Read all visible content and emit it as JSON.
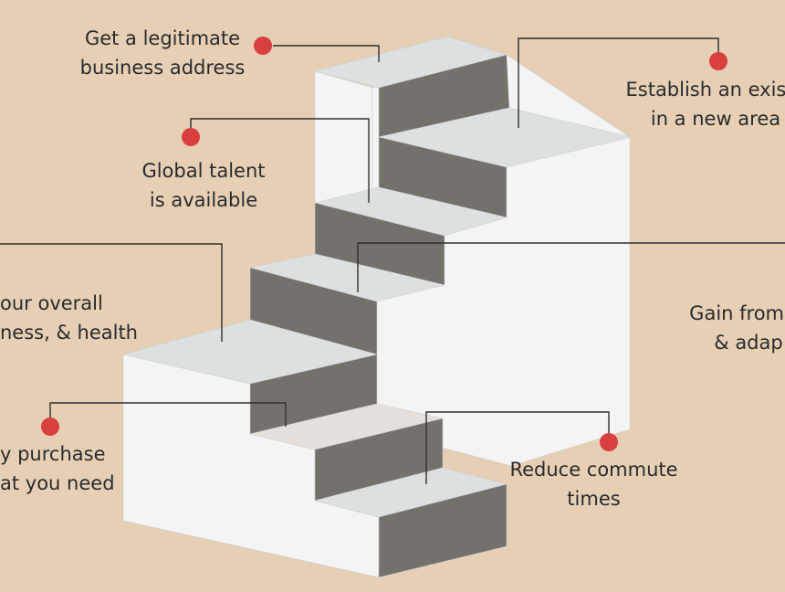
{
  "colors": {
    "background": "#e6cfb5",
    "marker": "#d7403f",
    "connector": "#2f2f2f",
    "stair_top": "#dde0e0",
    "stair_riser": "#74716d",
    "stair_side": "#f5f4f4"
  },
  "callouts": [
    {
      "id": "address",
      "lines": [
        "Get a legitimate",
        "business address"
      ]
    },
    {
      "id": "establish",
      "lines": [
        "Establish an existe",
        "in a new area"
      ]
    },
    {
      "id": "talent",
      "lines": [
        "Global talent",
        "is available"
      ]
    },
    {
      "id": "wellness",
      "lines": [
        "our overall",
        "ness, & health"
      ]
    },
    {
      "id": "gain",
      "lines": [
        "Gain from in",
        "& adap"
      ]
    },
    {
      "id": "purchase",
      "lines": [
        "y purchase",
        "at you need"
      ]
    },
    {
      "id": "commute",
      "lines": [
        "Reduce commute",
        "times"
      ]
    }
  ]
}
